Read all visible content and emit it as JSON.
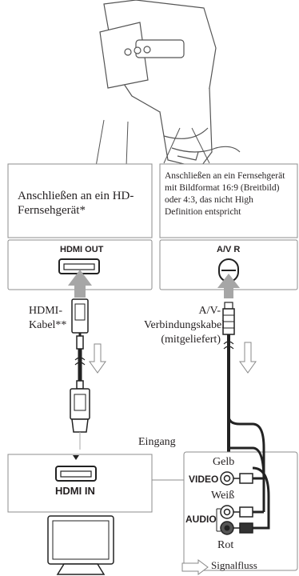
{
  "left_panel": {
    "label": "Anschließen an ein HD-Fernsehgerät*",
    "port_label": "HDMI OUT",
    "cable_label": "HDMI-Kabel**",
    "tv_port_label": "HDMI IN"
  },
  "right_panel": {
    "label": "Anschließen an ein Fernsehgerät mit Bildformat 16:9 (Breitbild) oder 4:3, das nicht High Definition entspricht",
    "port_label": "A/V R",
    "cable_label": "A/V-Verbindungskabel (mitgeliefert)"
  },
  "input_label": "Eingang",
  "connectors": {
    "video_label": "VIDEO",
    "audio_label": "AUDIO",
    "yellow": "Gelb",
    "white": "Weiß",
    "red": "Rot"
  },
  "legend": {
    "signal_flow": "Signalfluss"
  }
}
